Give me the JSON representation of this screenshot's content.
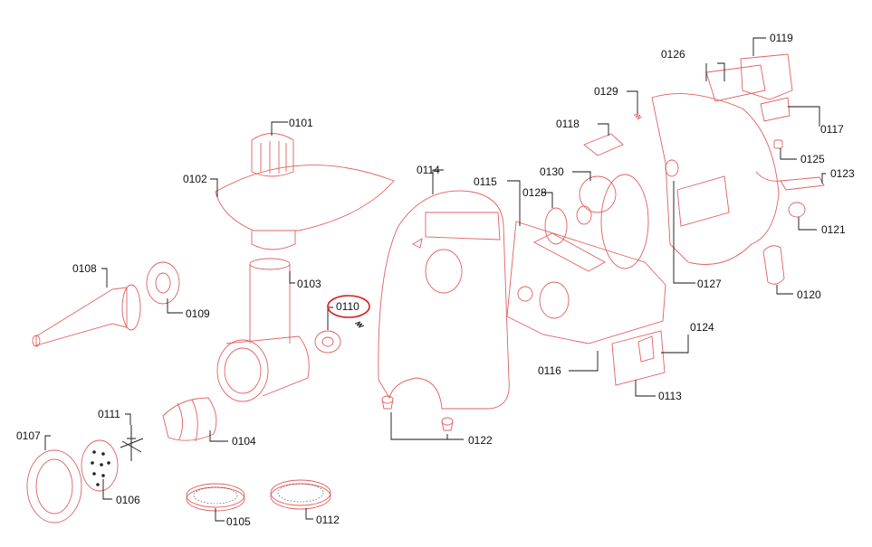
{
  "highlight_color": "#d42020",
  "line_color": "#e06060",
  "highlighted_part": "0110",
  "labels": {
    "p0101": "0101",
    "p0102": "0102",
    "p0103": "0103",
    "p0104": "0104",
    "p0105": "0105",
    "p0106": "0106",
    "p0107": "0107",
    "p0108": "0108",
    "p0109": "0109",
    "p0110": "0110",
    "p0111": "0111",
    "p0112": "0112",
    "p0113": "0113",
    "p0114": "0114",
    "p0115": "0115",
    "p0116": "0116",
    "p0117": "0117",
    "p0118": "0118",
    "p0119": "0119",
    "p0120": "0120",
    "p0121": "0121",
    "p0122": "0122",
    "p0123": "0123",
    "p0124": "0124",
    "p0125": "0125",
    "p0126": "0126",
    "p0127": "0127",
    "p0128": "0128",
    "p0129": "0129",
    "p0130": "0130"
  }
}
